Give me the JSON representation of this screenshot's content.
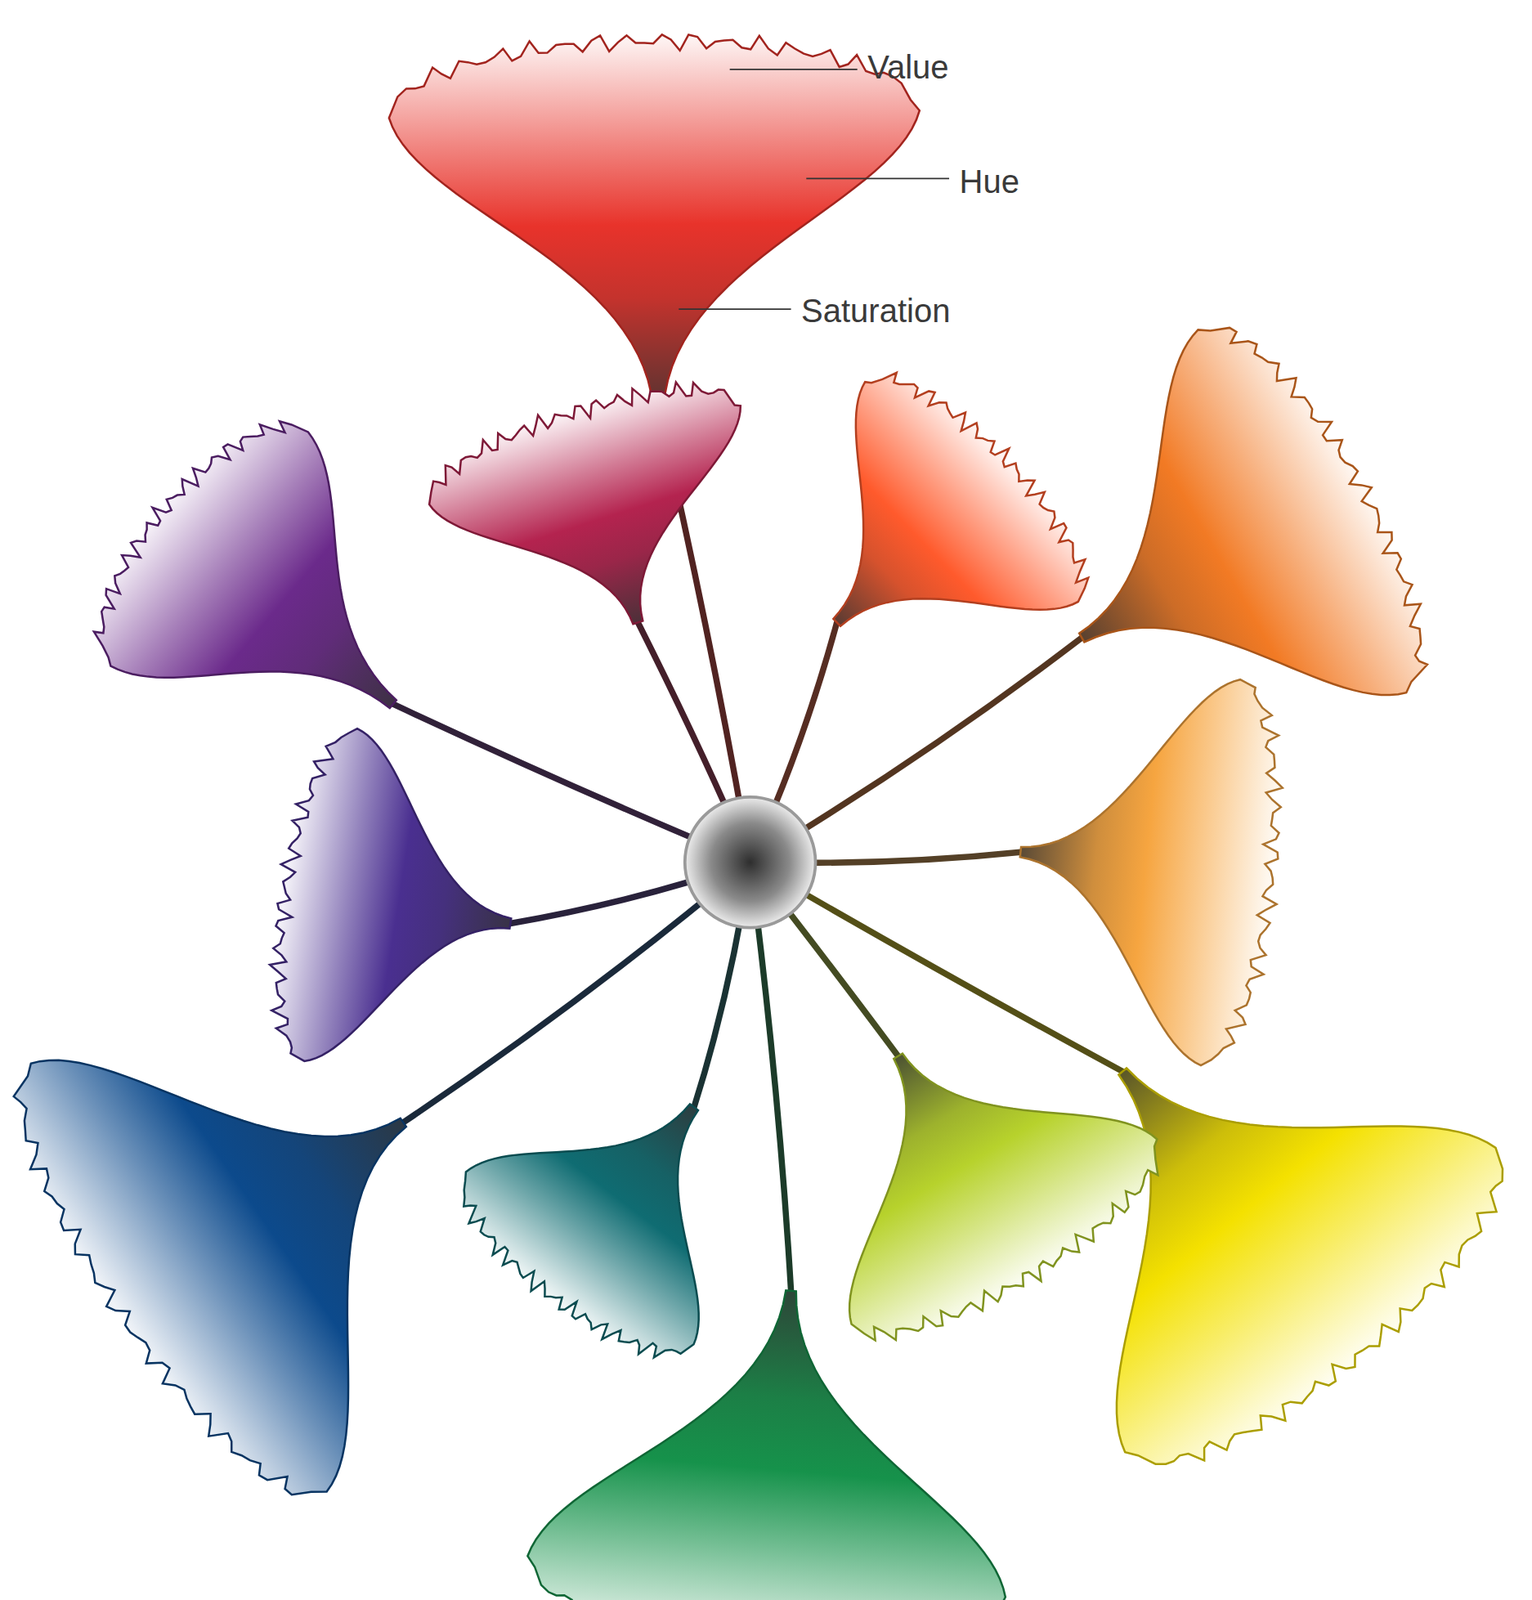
{
  "diagram": {
    "labels": [
      "Value",
      "Hue",
      "Saturation"
    ]
  }
}
